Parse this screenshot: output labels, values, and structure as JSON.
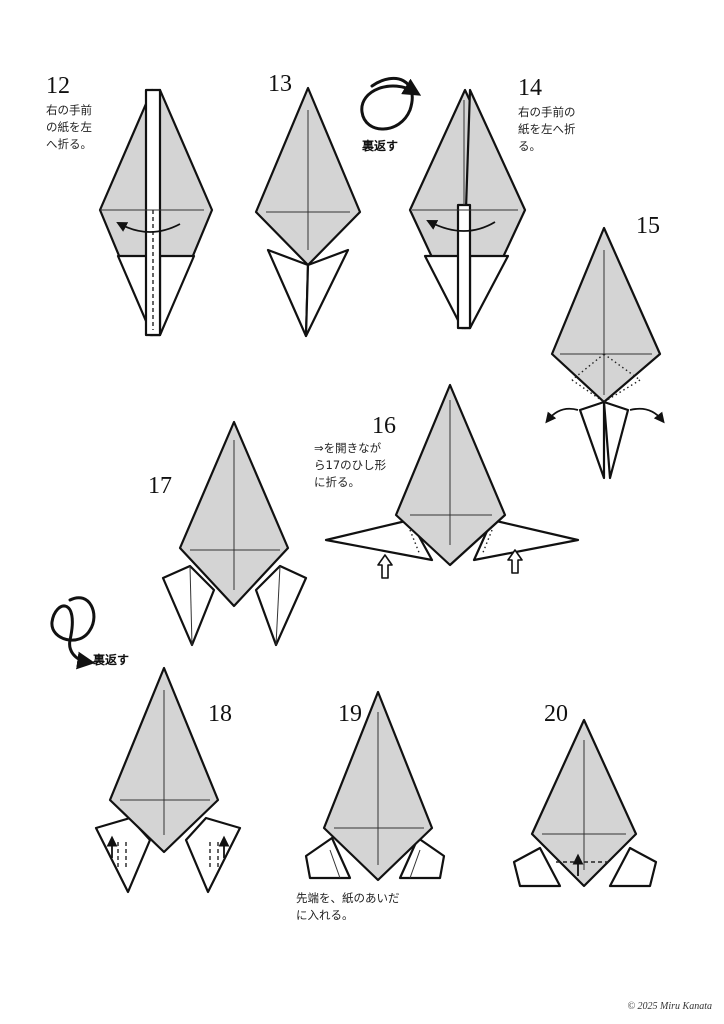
{
  "steps": [
    {
      "number": "12",
      "note": "右の手前\nの紙を左\nへ折る。"
    },
    {
      "number": "13"
    },
    {
      "number": "14",
      "note": "右の手前の\n紙を左へ折\nる。"
    },
    {
      "number": "15"
    },
    {
      "number": "16",
      "note": "⇒を開きなが\nら17のひし形\nに折る。"
    },
    {
      "number": "17"
    },
    {
      "number": "18"
    },
    {
      "number": "19",
      "note": "先端を、紙のあいだ\nに入れる。"
    },
    {
      "number": "20"
    }
  ],
  "flip_labels": [
    "裏返す",
    "裏返す"
  ],
  "copyright": "© 2025 Miru Kanata"
}
